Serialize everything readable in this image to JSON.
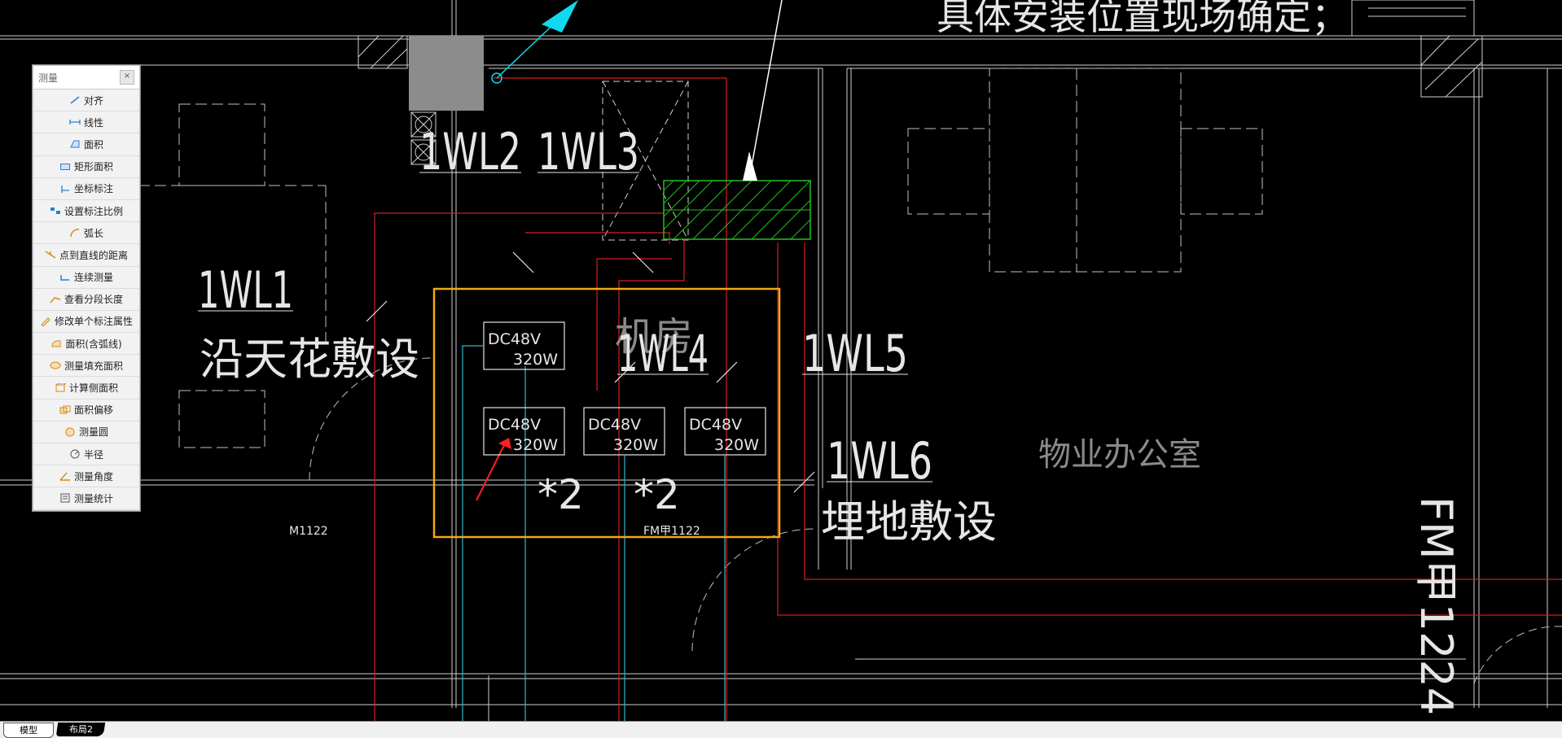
{
  "drawing": {
    "top_note": "具体安装位置现场确定；",
    "circuit_labels": [
      "1WL2",
      "1WL3",
      "1WL1",
      "1WL4",
      "1WL5",
      "1WL6"
    ],
    "cable_notes": [
      "沿天花敷设",
      "埋地敷设"
    ],
    "room_labels": [
      "机房",
      "物业办公室"
    ],
    "equipment": [
      {
        "line1": "DC48V",
        "line2": "320W"
      },
      {
        "line1": "DC48V",
        "line2": "320W"
      },
      {
        "line1": "DC48V",
        "line2": "320W"
      },
      {
        "line1": "DC48V",
        "line2": "320W"
      }
    ],
    "multipliers": [
      "*2",
      "*2"
    ],
    "door_labels": [
      "M1122",
      "FM甲1122",
      "FM甲1224"
    ]
  },
  "measure_panel": {
    "title": "测量",
    "close_glyph": "×",
    "tools": [
      {
        "label": "对齐",
        "icon": "align-icon"
      },
      {
        "label": "线性",
        "icon": "linear-icon"
      },
      {
        "label": "面积",
        "icon": "area-icon"
      },
      {
        "label": "矩形面积",
        "icon": "rect-area-icon"
      },
      {
        "label": "坐标标注",
        "icon": "coordinate-icon"
      },
      {
        "label": "设置标注比例",
        "icon": "scale-icon"
      },
      {
        "label": "弧长",
        "icon": "arc-icon"
      },
      {
        "label": "点到直线的距离",
        "icon": "point-line-icon"
      },
      {
        "label": "连续测量",
        "icon": "continuous-icon"
      },
      {
        "label": "查看分段长度",
        "icon": "segment-icon"
      },
      {
        "label": "修改单个标注属性",
        "icon": "edit-dim-icon"
      },
      {
        "label": "面积(含弧线)",
        "icon": "arc-area-icon"
      },
      {
        "label": "测量填充面积",
        "icon": "fill-area-icon"
      },
      {
        "label": "计算侧面积",
        "icon": "side-area-icon"
      },
      {
        "label": "面积偏移",
        "icon": "area-offset-icon"
      },
      {
        "label": "测量圆",
        "icon": "circle-icon"
      },
      {
        "label": "半径",
        "icon": "radius-icon"
      },
      {
        "label": "测量角度",
        "icon": "angle-icon"
      },
      {
        "label": "测量统计",
        "icon": "stats-icon"
      }
    ]
  },
  "tabs": [
    {
      "label": "模型",
      "active": true
    },
    {
      "label": "布局2",
      "active": false
    }
  ],
  "colors": {
    "background": "#000000",
    "highlight_box": "#f0a818",
    "hatch": "#22c022",
    "wire_red": "#d02020",
    "wire_cyan": "#30b8c8",
    "pointer_cyan": "#10d8f0",
    "arrow_red": "#ff2020"
  }
}
